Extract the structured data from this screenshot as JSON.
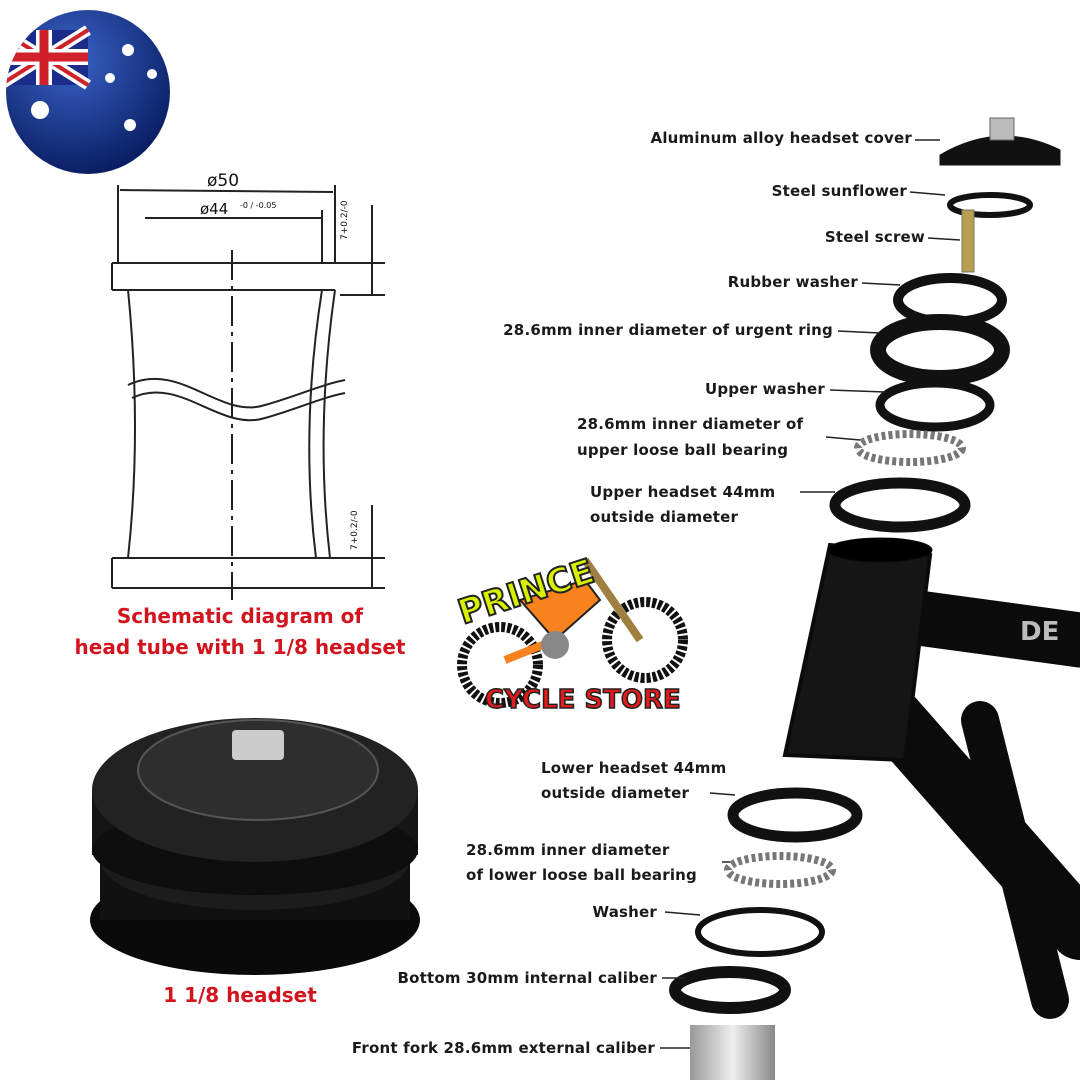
{
  "schematic": {
    "dim_outer": "ø50",
    "dim_inner": "ø44",
    "dim_inner_tol": "-0 / -0.05",
    "dim_height_top": "7+0.2/-0",
    "dim_height_bottom": "7+0.2/-0",
    "caption_line1": "Schematic diagram of",
    "caption_line2": "head tube with 1 1/8 headset"
  },
  "product_caption": "1 1/8 headset",
  "logo": {
    "top": "PRINCE",
    "bottom": "CYCLE STORE"
  },
  "frame_text": "DE",
  "flag": "australia-flag",
  "colors": {
    "caption_red": "#d2141e",
    "logo_yellow": "#d8f000",
    "logo_orange": "#f7821e"
  },
  "parts": [
    "Aluminum alloy headset cover",
    "Steel sunflower",
    "Steel screw",
    "Rubber washer",
    "28.6mm inner diameter of urgent ring",
    "Upper washer",
    [
      "28.6mm inner diameter of",
      "upper loose ball bearing"
    ],
    [
      "Upper headset 44mm",
      "outside diameter"
    ],
    [
      "Lower headset 44mm",
      "outside diameter"
    ],
    [
      "28.6mm inner diameter",
      "of lower loose ball bearing"
    ],
    "Washer",
    "Bottom 30mm internal caliber",
    "Front fork 28.6mm external caliber"
  ]
}
